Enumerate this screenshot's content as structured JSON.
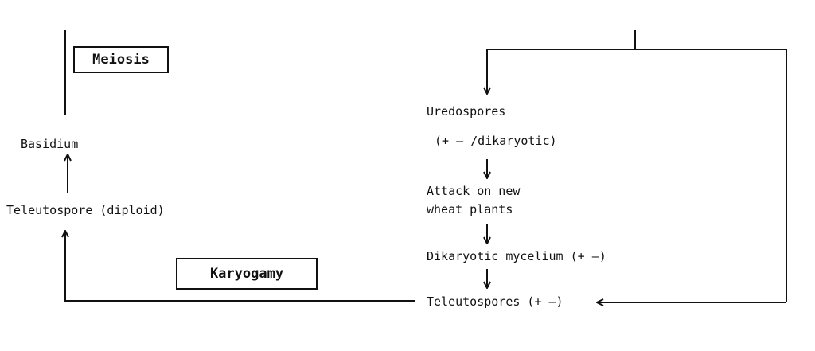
{
  "nodes": {
    "meiosis": "Meiosis",
    "basidium": "Basidium",
    "teleutospore_diploid": "Teleutospore (diploid)",
    "karyogamy": "Karyogamy",
    "uredospores": "Uredospores",
    "uredospores_note": "(+ – /dikaryotic)",
    "attack_line1": "Attack on new",
    "attack_line2": "wheat plants",
    "dikaryotic_mycelium": "Dikaryotic mycelium (+ –)",
    "teleutospores": "Teleutospores (+ –)"
  },
  "colors": {
    "line": "#111111",
    "background": "#ffffff"
  }
}
